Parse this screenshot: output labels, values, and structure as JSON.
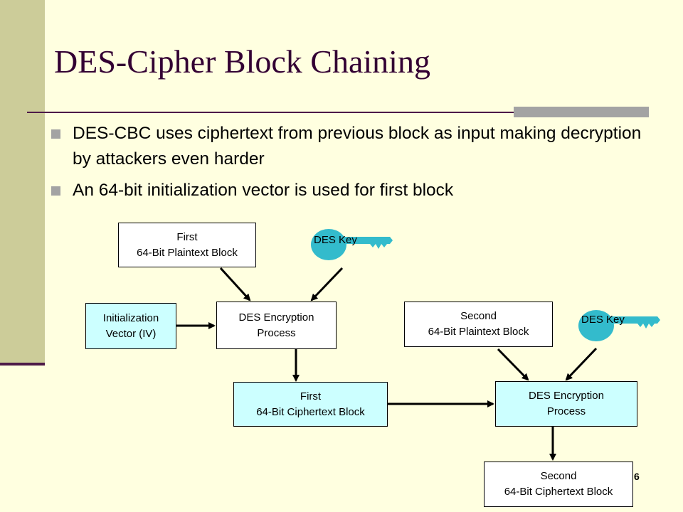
{
  "slide": {
    "title": "DES-Cipher Block Chaining",
    "bullets": [
      "DES-CBC uses ciphertext from previous block as input making decryption by attackers even harder",
      "An 64-bit initialization vector is used for first block"
    ],
    "page_number": "6"
  },
  "diagram": {
    "plain1": {
      "line1": "First",
      "line2": "64-Bit Plaintext Block"
    },
    "iv": {
      "line1": "Initialization",
      "line2": "Vector (IV)"
    },
    "enc1": {
      "line1": "DES Encryption",
      "line2": "Process"
    },
    "cipher1": {
      "line1": "First",
      "line2": "64-Bit Ciphertext Block"
    },
    "plain2": {
      "line1": "Second",
      "line2": "64-Bit Plaintext Block"
    },
    "enc2": {
      "line1": "DES Encryption",
      "line2": "Process"
    },
    "cipher2": {
      "line1": "Second",
      "line2": "64-Bit Ciphertext Block"
    },
    "key1_label": "DES Key",
    "key2_label": "DES Key"
  },
  "colors": {
    "background": "#FFFFE0",
    "sidebar": "#CCCC99",
    "accent": "#4D1A48",
    "box_cyan": "#CCFFFF",
    "key": "#33BBCC"
  }
}
